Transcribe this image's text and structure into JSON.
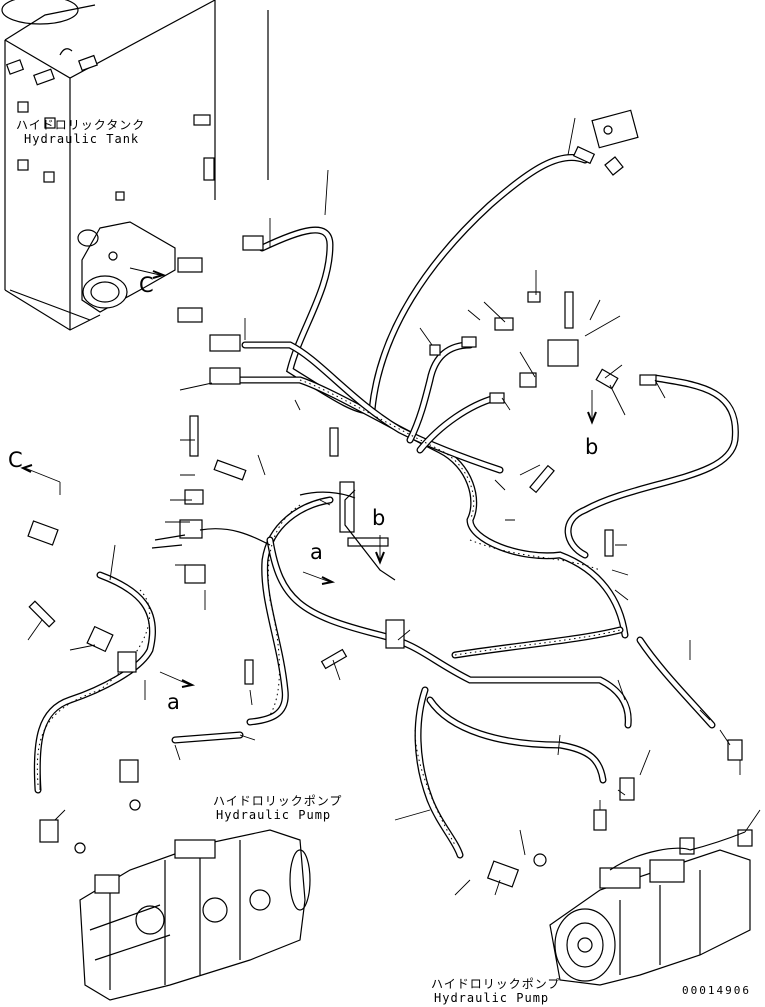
{
  "labels": {
    "tank_jp": "ハイドロリックタンク",
    "tank_en": "Hydraulic Tank",
    "pump1_jp": "ハイドロリックポンプ",
    "pump1_en": "Hydraulic Pump",
    "pump2_jp": "ハイドロリックポンプ",
    "pump2_en": "Hydraulic Pump"
  },
  "refs": {
    "c_upper": "C",
    "c_left": "C",
    "b_right": "b",
    "b_center": "b",
    "a_center": "a",
    "a_left": "a"
  },
  "doc_number": "00014906"
}
